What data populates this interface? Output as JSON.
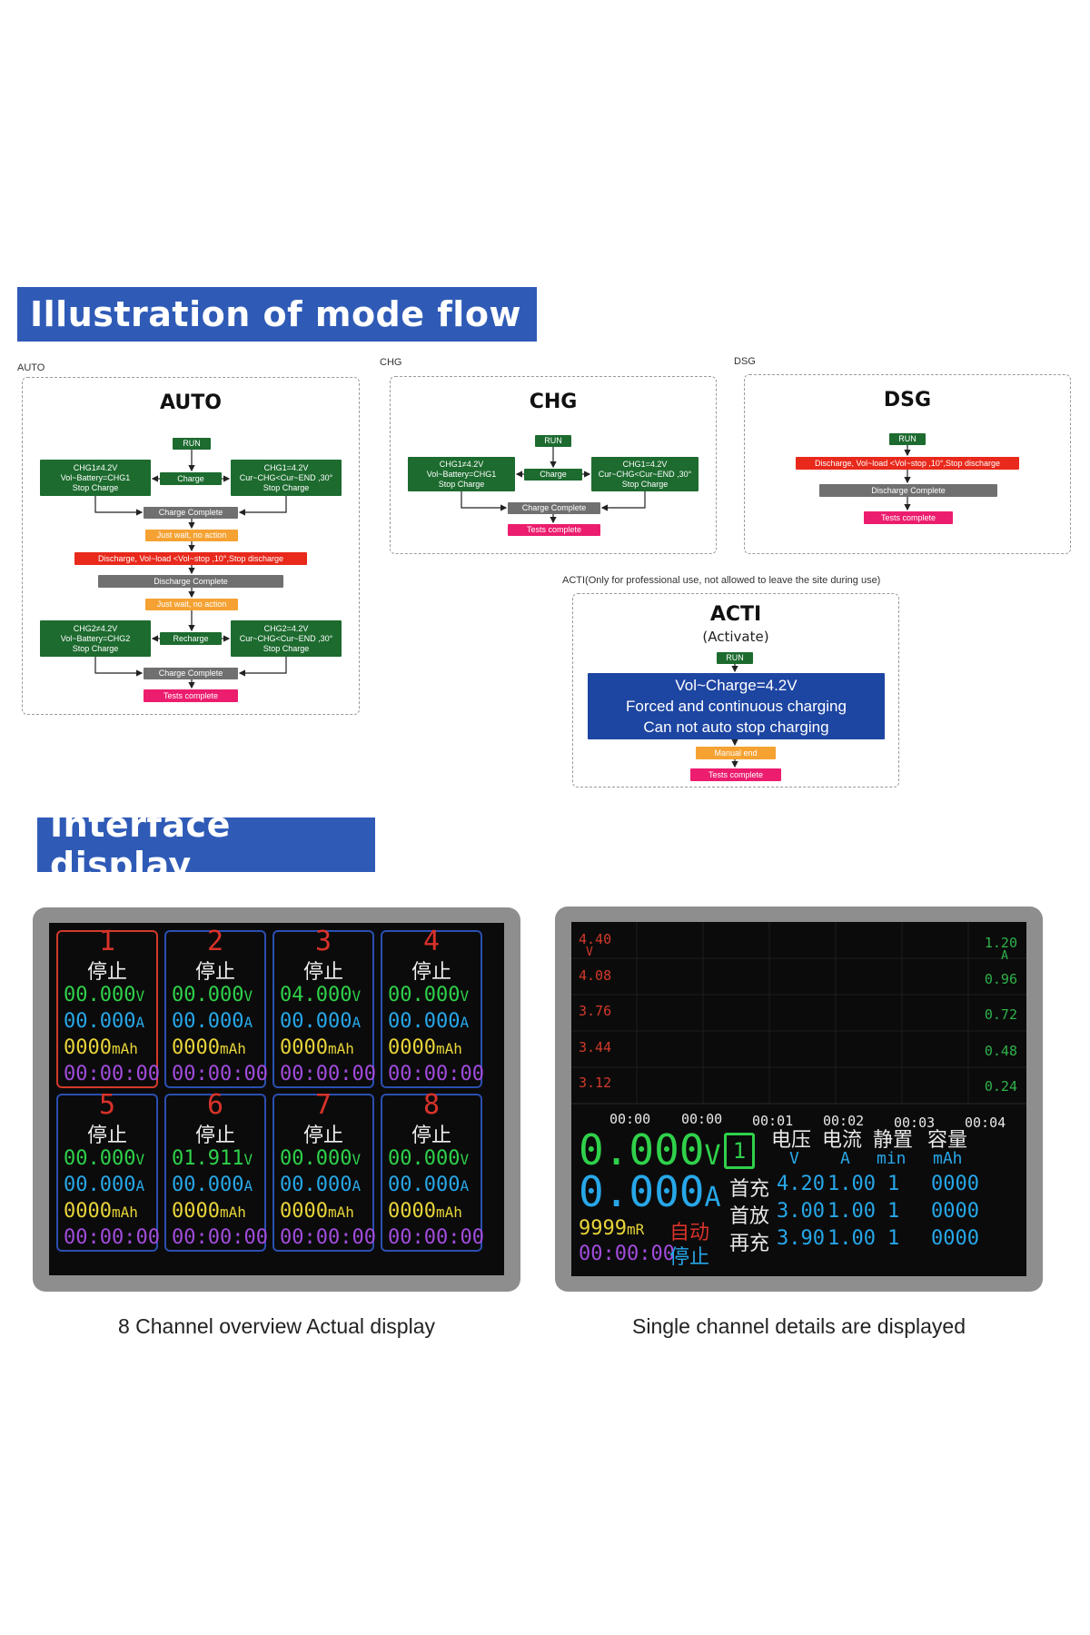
{
  "banners": {
    "mode_flow": "Illustration of mode flow",
    "interface": "Interface display"
  },
  "auto": {
    "tag": "AUTO",
    "title": "AUTO",
    "run": "RUN",
    "chg1_left": "CHG1≠4.2V\nVol~Battery=CHG1\nStop Charge",
    "charge": "Charge",
    "chg1_right": "CHG1=4.2V\nCur~CHG<Cur~END ,30°\nStop Charge",
    "charge_complete": "Charge Complete",
    "wait1": "Just wait, no action",
    "discharge": "Discharge, Vol~load <Vol~stop ,10°,Stop discharge",
    "discharge_complete": "Discharge Complete",
    "wait2": "Just wait, no action",
    "chg2_left": "CHG2≠4.2V\nVol~Battery=CHG2\nStop Charge",
    "recharge": "Recharge",
    "chg2_right": "CHG2=4.2V\nCur~CHG<Cur~END ,30°\nStop Charge",
    "charge_complete2": "Charge Complete",
    "tests_complete": "Tests complete"
  },
  "chg": {
    "tag": "CHG",
    "title": "CHG",
    "run": "RUN",
    "left": "CHG1≠4.2V\nVol~Battery=CHG1\nStop Charge",
    "charge": "Charge",
    "right": "CHG1=4.2V\nCur~CHG<Cur~END ,30°\nStop Charge",
    "charge_complete": "Charge Complete",
    "tests_complete": "Tests complete"
  },
  "dsg": {
    "tag": "DSG",
    "title": "DSG",
    "run": "RUN",
    "discharge": "Discharge, Vol~load <Vol~stop ,10°,Stop discharge",
    "discharge_complete": "Discharge Complete",
    "tests_complete": "Tests complete"
  },
  "acti": {
    "tag": "ACTI(Only for professional use, not allowed to leave the site during use)",
    "title": "ACTI",
    "subtitle": "(Activate)",
    "run": "RUN",
    "main": "Vol~Charge=4.2V\nForced and continuous charging\nCan not auto stop charging",
    "manual_end": "Manual end",
    "tests_complete": "Tests complete"
  },
  "overview": {
    "caption": "8 Channel overview Actual display",
    "channels": [
      {
        "num": "1",
        "state": "停止",
        "voltage": "00.000",
        "current": "00.000",
        "capacity": "0000",
        "time": "00:00:00"
      },
      {
        "num": "2",
        "state": "停止",
        "voltage": "00.000",
        "current": "00.000",
        "capacity": "0000",
        "time": "00:00:00"
      },
      {
        "num": "3",
        "state": "停止",
        "voltage": "04.000",
        "current": "00.000",
        "capacity": "0000",
        "time": "00:00:00"
      },
      {
        "num": "4",
        "state": "停止",
        "voltage": "00.000",
        "current": "00.000",
        "capacity": "0000",
        "time": "00:00:00"
      },
      {
        "num": "5",
        "state": "停止",
        "voltage": "00.000",
        "current": "00.000",
        "capacity": "0000",
        "time": "00:00:00"
      },
      {
        "num": "6",
        "state": "停止",
        "voltage": "01.911",
        "current": "00.000",
        "capacity": "0000",
        "time": "00:00:00"
      },
      {
        "num": "7",
        "state": "停止",
        "voltage": "00.000",
        "current": "00.000",
        "capacity": "0000",
        "time": "00:00:00"
      },
      {
        "num": "8",
        "state": "停止",
        "voltage": "00.000",
        "current": "00.000",
        "capacity": "0000",
        "time": "00:00:00"
      }
    ],
    "units": {
      "v": "V",
      "a": "A",
      "mah": "mAh"
    }
  },
  "detail": {
    "caption": "Single channel details are displayed",
    "left_axis": {
      "unit": "V",
      "ticks": [
        "4.40",
        "4.08",
        "3.76",
        "3.44",
        "3.12"
      ]
    },
    "right_axis": {
      "unit": "A",
      "ticks": [
        "1.20",
        "0.96",
        "0.72",
        "0.48",
        "0.24"
      ]
    },
    "time_ticks": [
      "00:00",
      "00:00",
      "00:01",
      "00:02",
      "00:03",
      "00:04"
    ],
    "voltage": "0.000",
    "voltage_unit": "V",
    "current": "0.000",
    "current_unit": "A",
    "resistance": "9999",
    "resistance_unit": "mR",
    "mode": "自动",
    "elapsed": "00:00:00",
    "state": "停止",
    "channel": "1",
    "headers": [
      "电压",
      "电流",
      "静置",
      "容量"
    ],
    "header_units": [
      "V",
      "A",
      "min",
      "mAh"
    ],
    "rows": [
      {
        "label": "首充",
        "v": "4.20",
        "a": "1.00",
        "min": "1",
        "mah": "0000"
      },
      {
        "label": "首放",
        "v": "3.00",
        "a": "1.00",
        "min": "1",
        "mah": "0000"
      },
      {
        "label": "再充",
        "v": "3.90",
        "a": "1.00",
        "min": "1",
        "mah": "0000"
      }
    ]
  }
}
